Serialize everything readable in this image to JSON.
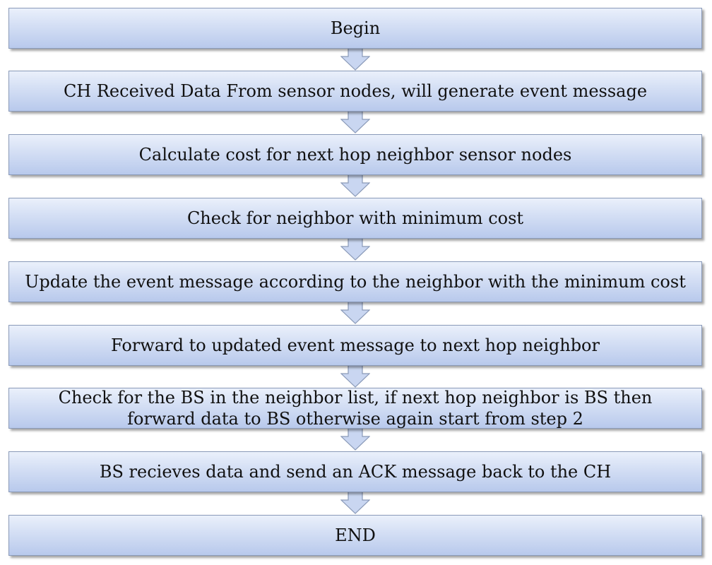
{
  "diagram": {
    "steps": [
      {
        "label": "Begin"
      },
      {
        "label": "CH Received Data From sensor nodes, will generate event message"
      },
      {
        "label": "Calculate cost for next hop neighbor sensor nodes"
      },
      {
        "label": "Check for neighbor with minimum cost"
      },
      {
        "label": "Update the event message according to the neighbor with the minimum cost"
      },
      {
        "label": "Forward to updated event message to next hop neighbor"
      },
      {
        "label": "Check for the BS in the neighbor list, if next hop neighbor is BS then forward data to BS otherwise again start from step 2"
      },
      {
        "label": "BS recieves data and send an ACK message back to the CH"
      },
      {
        "label": "END"
      }
    ],
    "colors": {
      "box_top": "#eaf0fb",
      "box_bottom": "#b8c9ec",
      "box_border": "#8a9ab8",
      "arrow_fill": "#c9d6f1",
      "arrow_stroke": "#8a9ab8"
    }
  }
}
